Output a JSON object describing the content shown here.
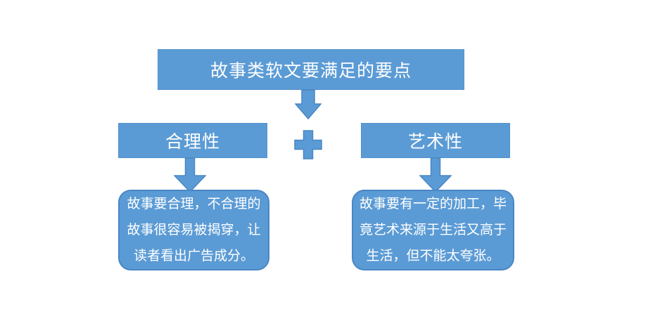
{
  "diagram": {
    "title": "故事类软文要满足的要点",
    "branches": [
      {
        "label": "合理性",
        "description_lines": [
          "故事要合理，不合理的",
          "故事很容易被揭穿，让",
          "读者看出广告成分。"
        ]
      },
      {
        "label": "艺术性",
        "description_lines": [
          "故事要有一定的加工，毕",
          "竟艺术来源于生活又高于",
          "生活，但不能太夸张。"
        ]
      }
    ],
    "icons": {
      "main_connector": "down-block-arrow-icon",
      "branch_join": "plus-icon",
      "branch_connectors": "down-block-arrow-icon"
    }
  },
  "colors": {
    "shape_fill": "#5b9bd5",
    "shape_border": "#4a86c4",
    "shape_text": "#ffffff",
    "background": "#ffffff"
  }
}
